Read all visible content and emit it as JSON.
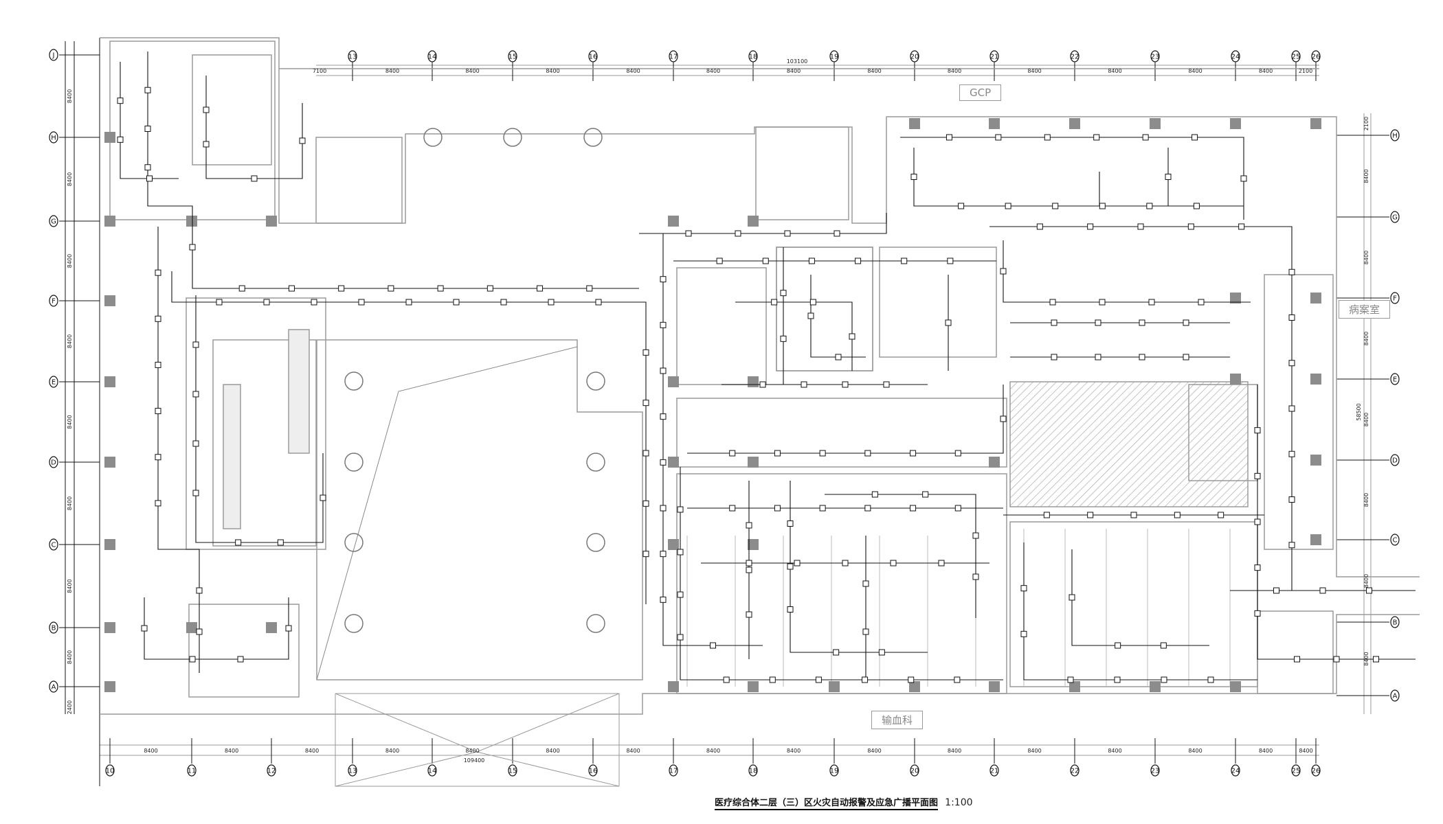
{
  "title": "医疗综合体二层（三）区火灾自动报警及应急广播平面图",
  "scale": "1:100",
  "rooms": {
    "gcp": "GCP",
    "medical_records": "病案室",
    "blood_transfusion": "输血科"
  },
  "grid": {
    "columns_bottom": [
      "10",
      "11",
      "12",
      "13",
      "14",
      "15",
      "16",
      "17",
      "18",
      "19",
      "20",
      "21",
      "22",
      "23",
      "24",
      "25",
      "26"
    ],
    "columns_top": [
      "13",
      "14",
      "15",
      "16",
      "17",
      "18",
      "19",
      "20",
      "21",
      "22",
      "23",
      "24",
      "25",
      "26"
    ],
    "rows_left": [
      "J",
      "H",
      "G",
      "F",
      "E",
      "D",
      "C",
      "B",
      "A"
    ],
    "rows_right": [
      "H",
      "G",
      "F",
      "E",
      "D",
      "C",
      "B",
      "A"
    ]
  },
  "dimensions": {
    "top_first_bay": "7100",
    "typical_bay": "8400",
    "top_last_bay": "2100",
    "total_top": "103100",
    "total_bottom": "109400",
    "right_total": "58500",
    "right_first": "2100",
    "bottom_row": "2400"
  },
  "colors": {
    "wall": "#9a9a9a",
    "wiring": "#111111",
    "column": "#8c8c8c",
    "hatch": "#b0b0b0"
  }
}
